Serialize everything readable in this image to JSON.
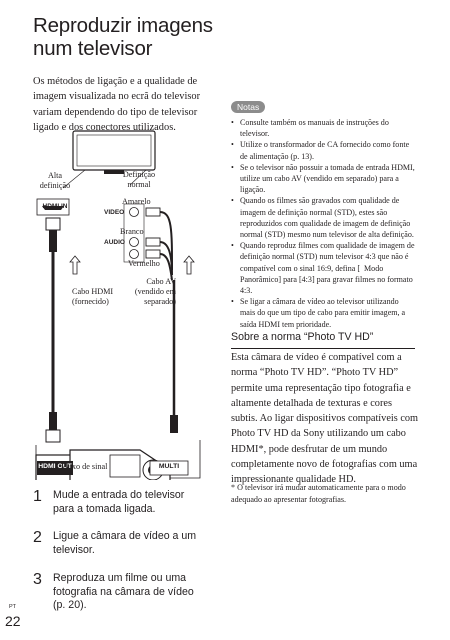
{
  "title": "Reproduzir imagens num televisor",
  "intro": "Os métodos de ligação e a qualidade de imagem visualizada no ecrã do televisor variam dependendo do tipo de televisor ligado e dos conectores utilizados.",
  "diagram": {
    "hd_label": "Alta definição",
    "sd_label": "Definição normal",
    "hdmi_in": "HDMI IN",
    "yellow": "Amarelo",
    "video": "VIDEO",
    "white": "Branco",
    "audio": "AUDIO",
    "red": "Vermelho",
    "hdmi_cable": "Cabo HDMI (fornecido)",
    "av_cable": "Cabo AV (vendido em separado)",
    "hdmi_out": "HDMI OUT",
    "multi": "MULTI",
    "signal_flow": "Fluxo de sinal"
  },
  "notes": {
    "badge": "Notas",
    "items": [
      "Consulte também os manuais de instruções do televisor.",
      "Utilize o transformador de CA fornecido como fonte de alimentação (p. 13).",
      "Se o televisor não possuir a tomada de entrada HDMI, utilize um cabo AV (vendido em separado) para a ligação.",
      "Quando os filmes são gravados com qualidade de imagem de definição normal (STD), estes são reproduzidos com qualidade de imagem de definição normal (STD) mesmo num televisor de alta definição.",
      "Quando reproduz filmes com qualidade de imagem de definição normal (STD) num televisor 4:3 que não é compatível com o sinal 16:9, defina [  Modo Panorâmico] para [4:3] para gravar filmes no formato 4:3.",
      "Se ligar a câmara de vídeo ao televisor utilizando mais do que um tipo de cabo para emitir imagem, a saída HDMI tem prioridade."
    ]
  },
  "photo_tv": {
    "heading": "Sobre a norma “Photo TV HD”",
    "body": "Esta câmara de vídeo é compatível com a norma “Photo TV HD”. “Photo TV HD” permite uma representação tipo fotografia e altamente detalhada de texturas e cores subtis. Ao ligar dispositivos compatíveis com Photo TV HD da Sony utilizando um cabo HDMI*, pode desfrutar de um mundo completamente novo de fotografias com uma impressionante qualidade HD.",
    "footnote": "* O televisor irá mudar automaticamente para o modo adequado ao apresentar fotografias."
  },
  "steps": [
    {
      "num": "1",
      "text": "Mude a entrada do televisor para a tomada ligada."
    },
    {
      "num": "2",
      "text": "Ligue a câmara de vídeo a um televisor."
    },
    {
      "num": "3",
      "text": "Reproduza um filme ou uma fotografia na câmara de vídeo (p. 20)."
    }
  ],
  "page": {
    "number": "22",
    "lang": "PT"
  }
}
